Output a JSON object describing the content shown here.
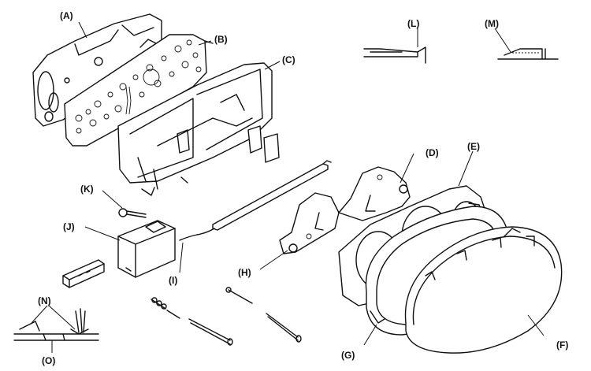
{
  "labels": {
    "A": "(A)",
    "B": "(B)",
    "C": "(C)",
    "D": "(D)",
    "E": "(E)",
    "F": "(F)",
    "G": "(G)",
    "H": "(H)",
    "I": "(I)",
    "J": "(J)",
    "K": "(K)",
    "L": "(L)",
    "M": "(M)",
    "N": "(N)",
    "O": "(O)"
  }
}
